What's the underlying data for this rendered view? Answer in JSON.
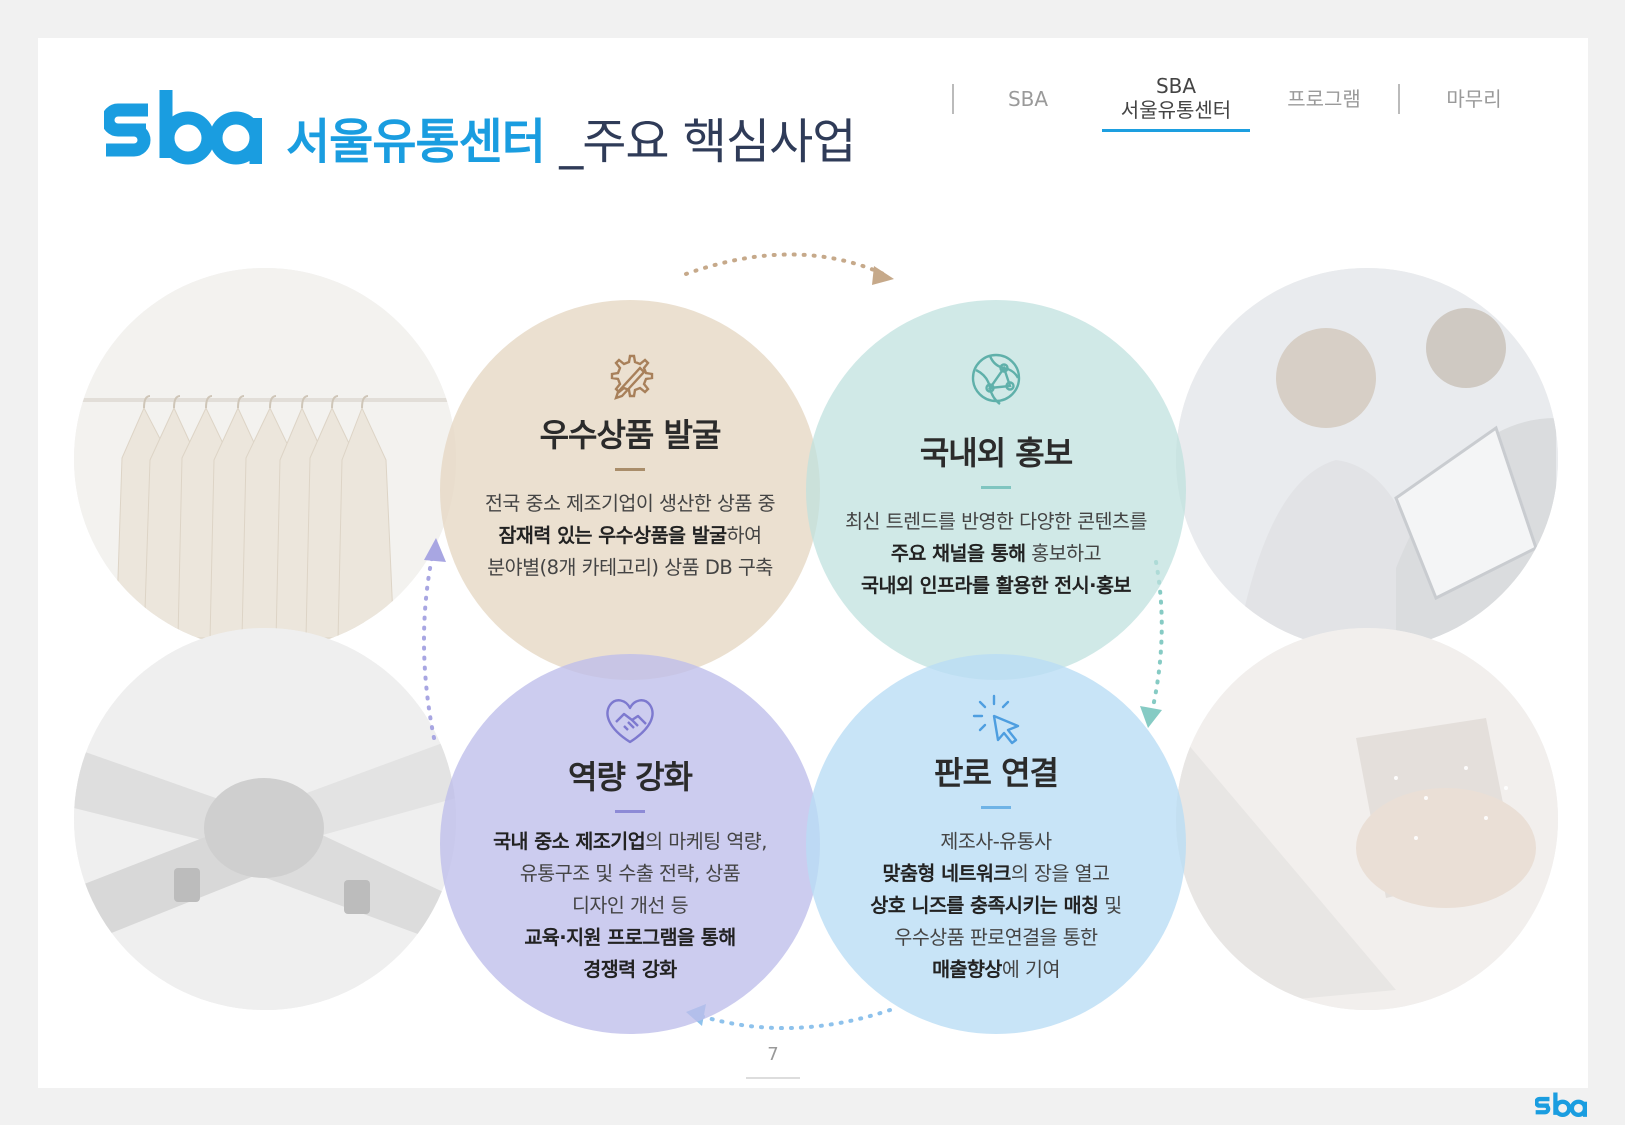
{
  "nav": {
    "items": [
      {
        "label": "SBA",
        "active": false
      },
      {
        "label": "SBA",
        "label2": "서울유통센터",
        "active": true
      },
      {
        "label": "프로그램",
        "active": false
      },
      {
        "label": "마무리",
        "active": false
      }
    ]
  },
  "header": {
    "logo_text": "sba",
    "title_main": "서울유통센터",
    "title_sub": " _주요 핵심사업"
  },
  "colors": {
    "brand_blue": "#1a9de0",
    "title_dark": "#2f3b58"
  },
  "cards": [
    {
      "icon": "gear-pencil-icon",
      "title": "우수상품 발굴",
      "lines": [
        [
          {
            "t": "전국 중소 제조기업이 생산한 상품 중"
          }
        ],
        [
          {
            "t": "잠재력 있는 우수상품을 발굴",
            "b": true
          },
          {
            "t": "하여"
          }
        ],
        [
          {
            "t": "분야별(8개 카테고리) 상품 DB 구축"
          }
        ]
      ]
    },
    {
      "icon": "globe-network-icon",
      "title": "국내외 홍보",
      "lines": [
        [
          {
            "t": "최신 트렌드를 반영한 다양한 콘텐츠를"
          }
        ],
        [
          {
            "t": "주요 채널을 통해",
            "b": true
          },
          {
            "t": " 홍보하고"
          }
        ],
        [
          {
            "t": "국내외 인프라를 활용한 전시·홍보",
            "b": true
          }
        ]
      ]
    },
    {
      "icon": "handshake-heart-icon",
      "title": "역량 강화",
      "lines": [
        [
          {
            "t": "국내 중소 제조기업",
            "b": true
          },
          {
            "t": "의 마케팅 역량,"
          }
        ],
        [
          {
            "t": "유통구조 및 수출 전략, 상품"
          }
        ],
        [
          {
            "t": "디자인 개선 등"
          }
        ],
        [
          {
            "t": "교육·지원 프로그램을 통해",
            "b": true
          }
        ],
        [
          {
            "t": "경쟁력 강화",
            "b": true
          }
        ]
      ]
    },
    {
      "icon": "cursor-click-icon",
      "title": "판로 연결",
      "lines": [
        [
          {
            "t": "제조사-유통사"
          }
        ],
        [
          {
            "t": "맞춤형 네트워크",
            "b": true
          },
          {
            "t": "의 장을 열고"
          }
        ],
        [
          {
            "t": "상호 니즈를 충족시키는 매칭",
            "b": true
          },
          {
            "t": " 및"
          }
        ],
        [
          {
            "t": "우수상품 판로연결을 통한"
          }
        ],
        [
          {
            "t": "매출향상",
            "b": true
          },
          {
            "t": "에 기여"
          }
        ]
      ]
    }
  ],
  "footer": {
    "page_number": "7",
    "logo_text": "sba"
  }
}
